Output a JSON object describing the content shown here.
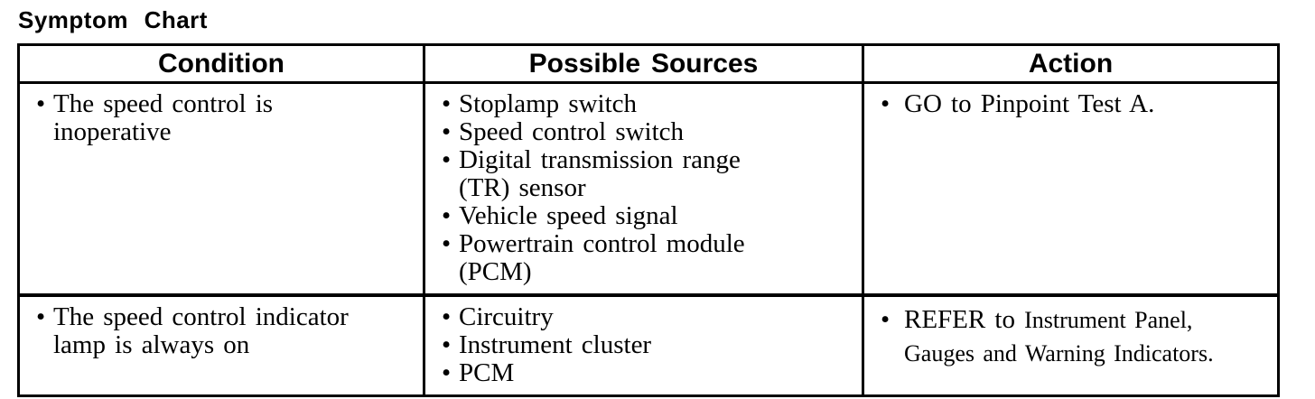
{
  "page": {
    "title": "Symptom Chart"
  },
  "icons": {
    "bullet": "•"
  },
  "table": {
    "headers": {
      "condition": "Condition",
      "sources": "Possible Sources",
      "action": "Action"
    },
    "rows": [
      {
        "condition": "The speed control is\ninoperative",
        "sources": [
          "Stoplamp switch",
          "Speed control switch",
          "Digital transmission range\n(TR) sensor",
          "Vehicle speed signal",
          "Powertrain control module\n(PCM)"
        ],
        "action": {
          "prefix": "GO to Pinpoint Test A.",
          "reference": ""
        }
      },
      {
        "condition": "The speed control indicator\nlamp is always on",
        "sources": [
          "Circuitry",
          "Instrument cluster",
          "PCM"
        ],
        "action": {
          "prefix": "REFER to",
          "reference": "Instrument Panel,\nGauges and Warning Indicators."
        }
      }
    ]
  }
}
